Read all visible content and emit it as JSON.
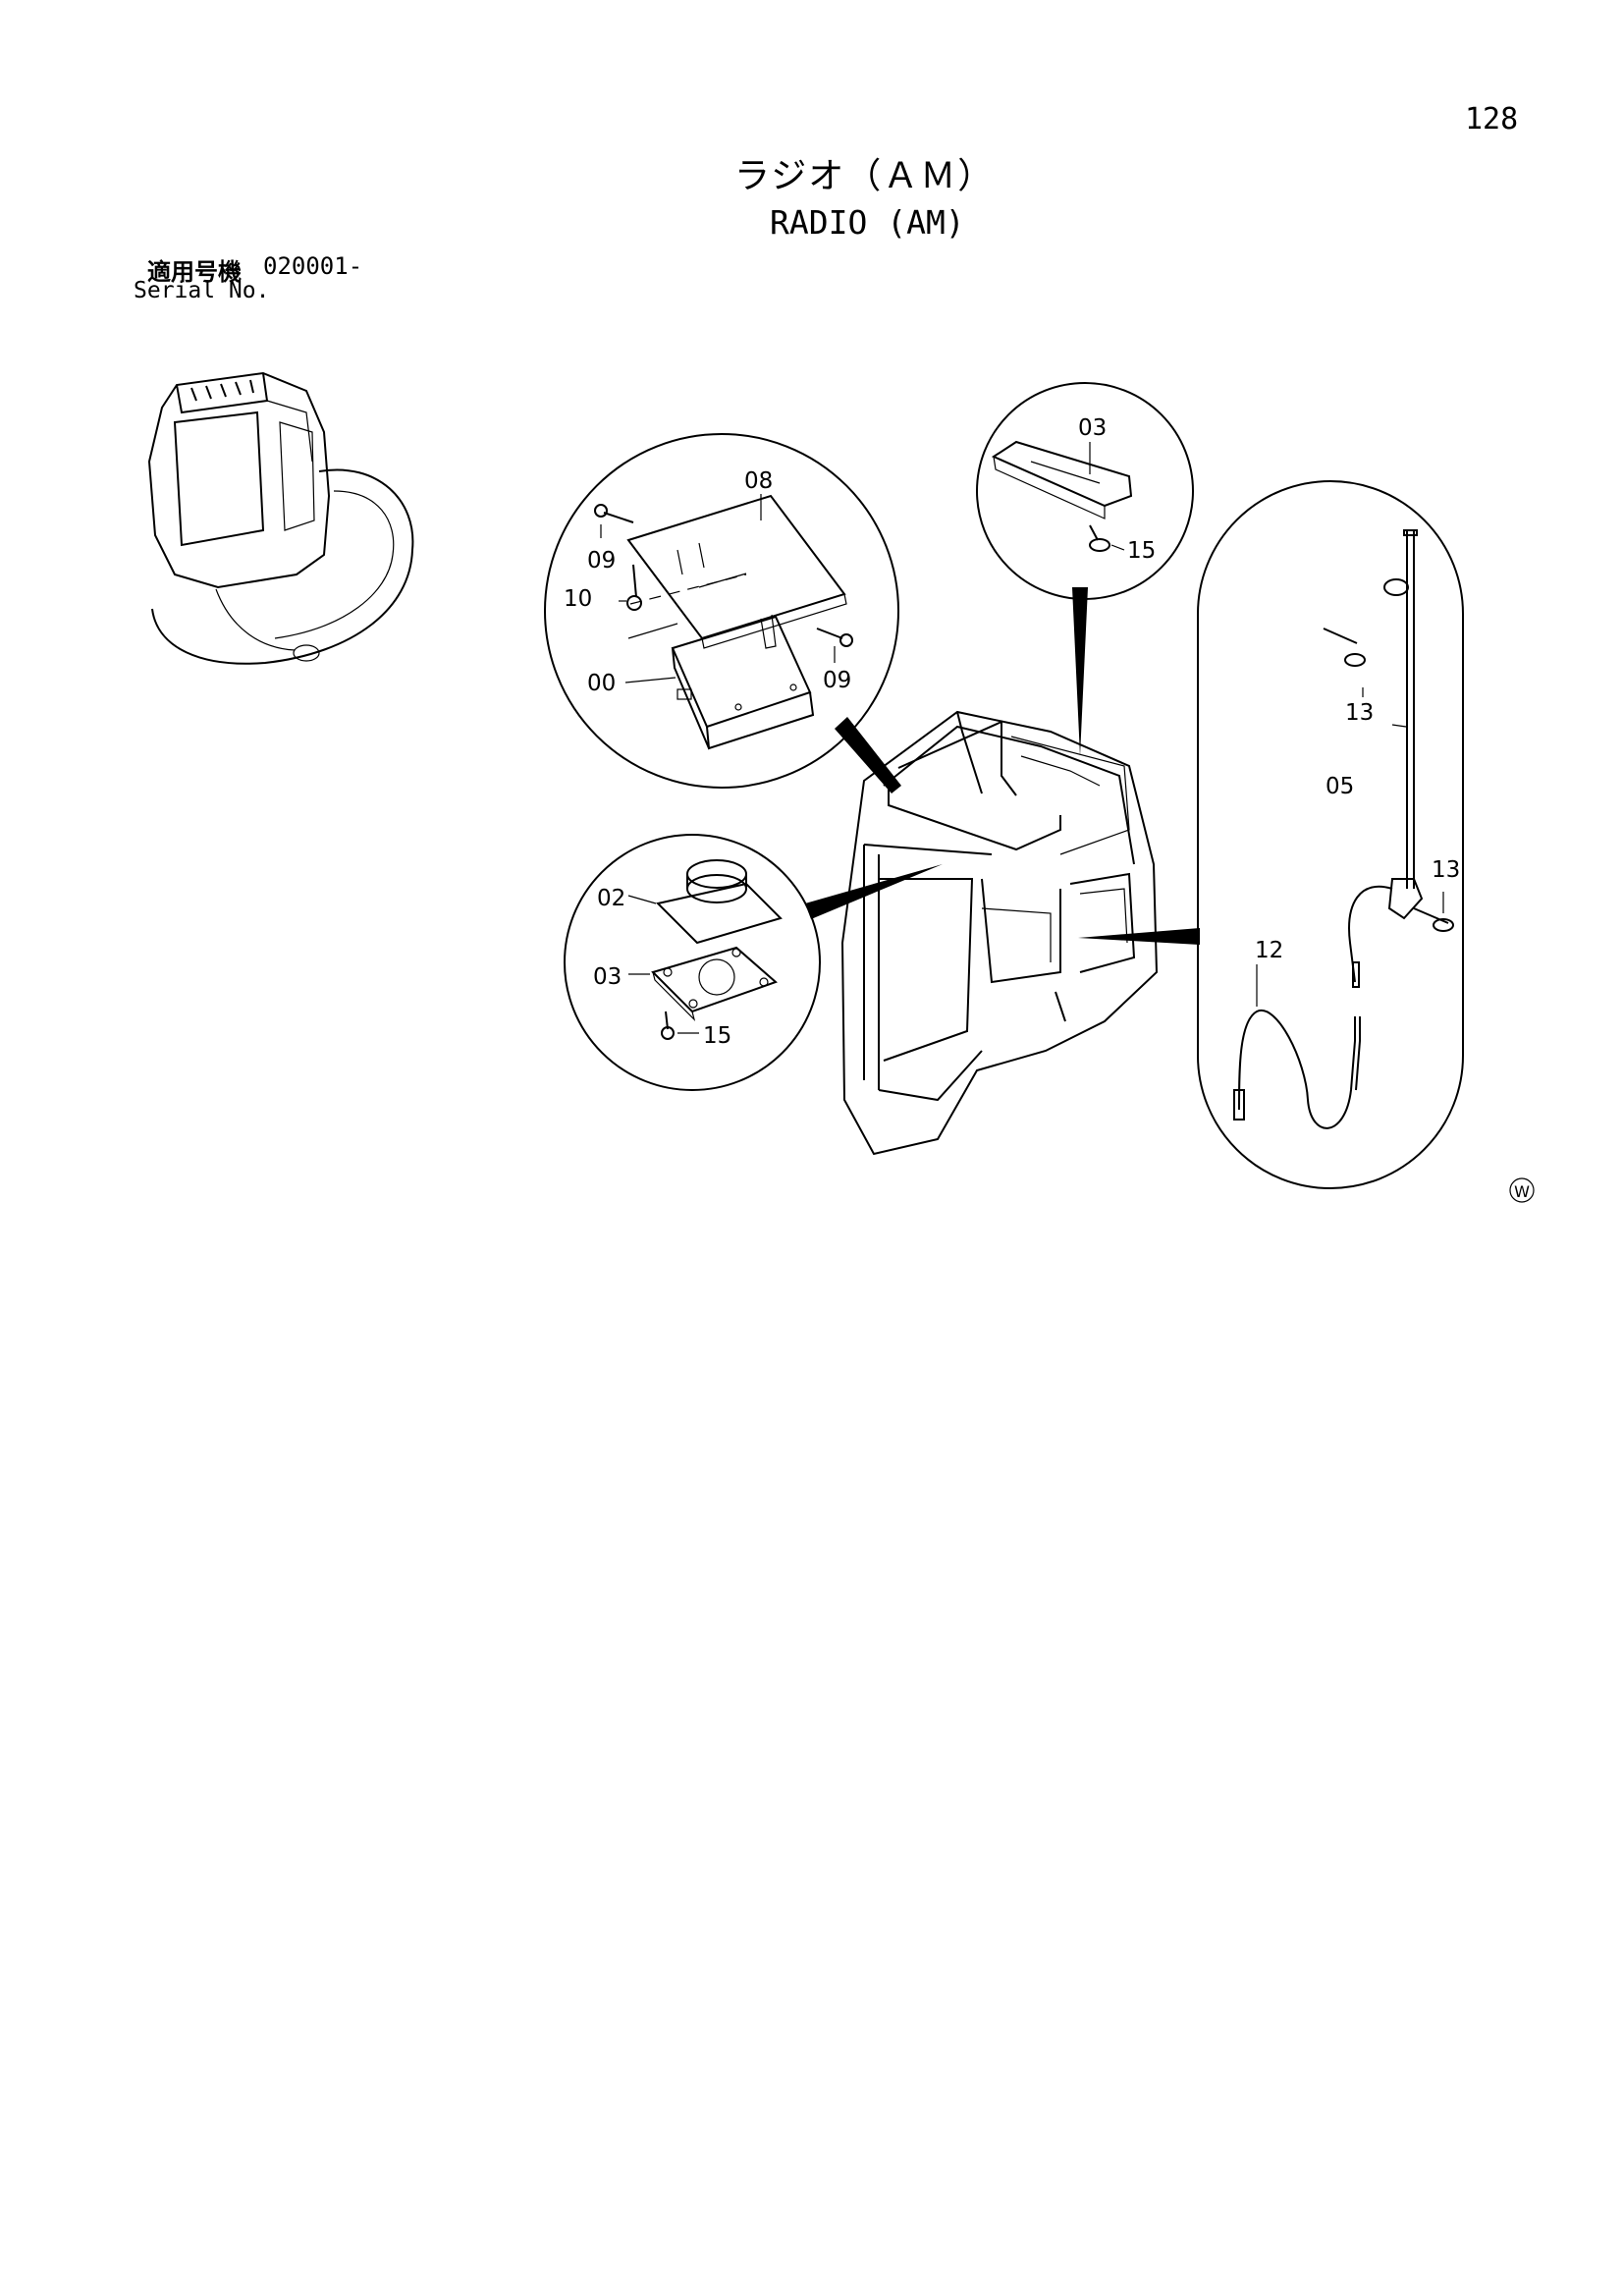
{
  "page": {
    "number": "128"
  },
  "title": {
    "ja": "ラジオ（ＡＭ）",
    "en": "RADIO (AM)"
  },
  "serial": {
    "label_ja": "適用号機",
    "value": "020001-",
    "label_en": "Serial No."
  },
  "callouts": {
    "radio_bracket": "08",
    "radio_bolt_top": "09",
    "radio_bolt_right": "09",
    "radio_bolt_left": "10",
    "radio_unit": "00",
    "roof_cover": "03",
    "roof_screw": "15",
    "speaker": "02",
    "speaker_cover": "03",
    "speaker_screw": "15",
    "antenna_screw_top": "13",
    "antenna": "05",
    "antenna_screw_bottom": "13",
    "antenna_cable": "12"
  },
  "mark": "W"
}
